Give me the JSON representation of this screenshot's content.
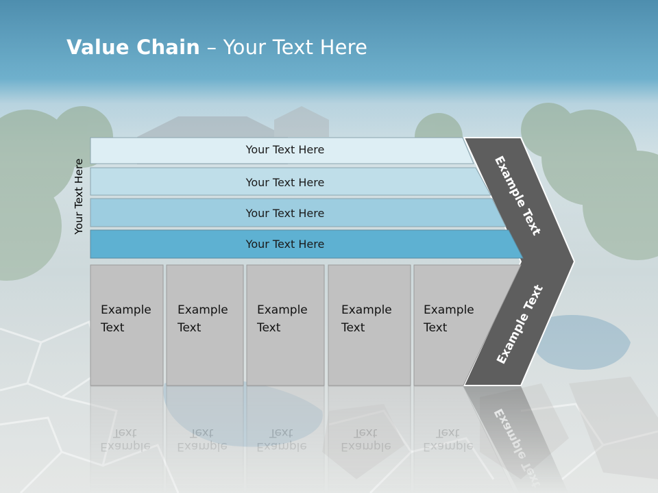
{
  "title": {
    "bold": "Value Chain",
    "rest": " – Your Text Here"
  },
  "side_label": "Your Text Here",
  "bars": [
    "Your Text Here",
    "Your Text Here",
    "Your Text Here",
    "Your Text Here"
  ],
  "boxes": [
    "Example\nText",
    "Example\nText",
    "Example\nText",
    "Example\nText",
    "Example\nText"
  ],
  "arrow_upper": "Example Text",
  "arrow_lower": "Example Text",
  "colors": {
    "title_band": "#3b8aae",
    "bar_1": "#ddeef4",
    "bar_2": "#bfdee9",
    "bar_3": "#9dcde0",
    "bar_4": "#5eb1d2",
    "box_fill": "#c1c1c1",
    "box_border": "#9a9a9a",
    "arrow_fill": "#5e5e5e"
  }
}
